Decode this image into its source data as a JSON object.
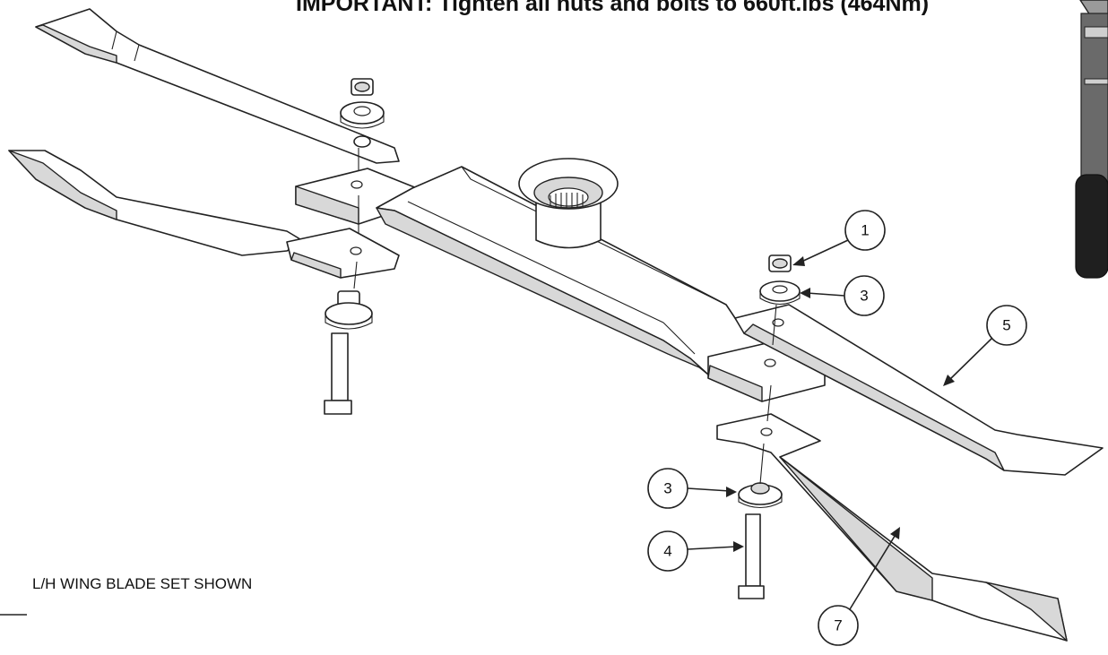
{
  "header": {
    "notice": "IMPORTANT: Tighten all nuts and bolts to 660ft.lbs (464Nm)"
  },
  "caption": "L/H WING BLADE SET SHOWN",
  "callouts": [
    {
      "id": "callout-1",
      "label": "1"
    },
    {
      "id": "callout-3a",
      "label": "3"
    },
    {
      "id": "callout-5",
      "label": "5"
    },
    {
      "id": "callout-3b",
      "label": "3"
    },
    {
      "id": "callout-4",
      "label": "4"
    },
    {
      "id": "callout-7",
      "label": "7"
    }
  ]
}
